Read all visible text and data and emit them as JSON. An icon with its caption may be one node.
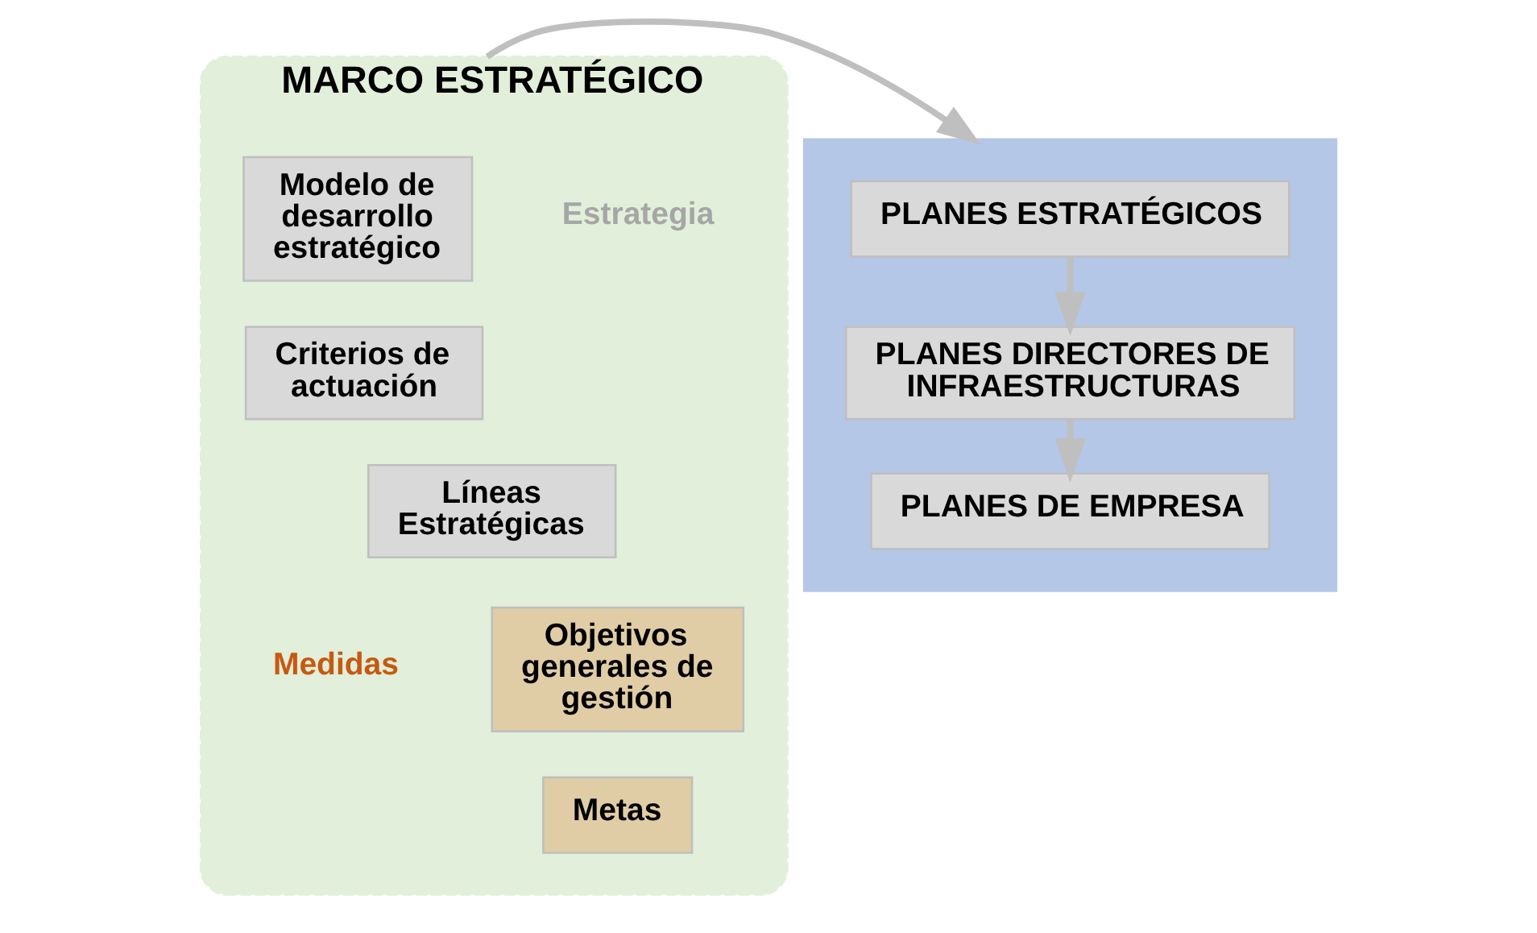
{
  "diagram": {
    "nodes": [
      {
        "text": [
          "MARCO ESTRATÉGICO"
        ]
      },
      {
        "text": [
          "Modelo de desarrollo estratégico"
        ],
        "in": 0
      },
      {
        "text": [
          "Criterios de actuación"
        ],
        "in": 0
      },
      {
        "text": [
          "Líneas Estratégicas"
        ],
        "in": 0
      },
      {
        "text": [
          "Objetivos generales de gestión"
        ],
        "in": 0
      },
      {
        "text": [
          "Metas"
        ],
        "in": 0
      },
      {
        "text": [],
        "shape": "box"
      },
      {
        "text": [
          "PLANES ESTRATÉGICOS"
        ],
        "in": 6
      },
      {
        "text": [
          "PLANES DIRECTORES DE INFRAESTRUCTURAS"
        ],
        "in": 6
      },
      {
        "text": [
          "PLANES DE EMPRESA"
        ],
        "in": 6
      }
    ],
    "edges": [
      {
        "from": 0,
        "to": 6,
        "arrow": "to"
      },
      {
        "from": 7,
        "to": 8,
        "arrow": "to"
      },
      {
        "from": 8,
        "to": 9,
        "arrow": "to"
      }
    ],
    "labels": [
      "Estrategia",
      "Medidas"
    ]
  }
}
